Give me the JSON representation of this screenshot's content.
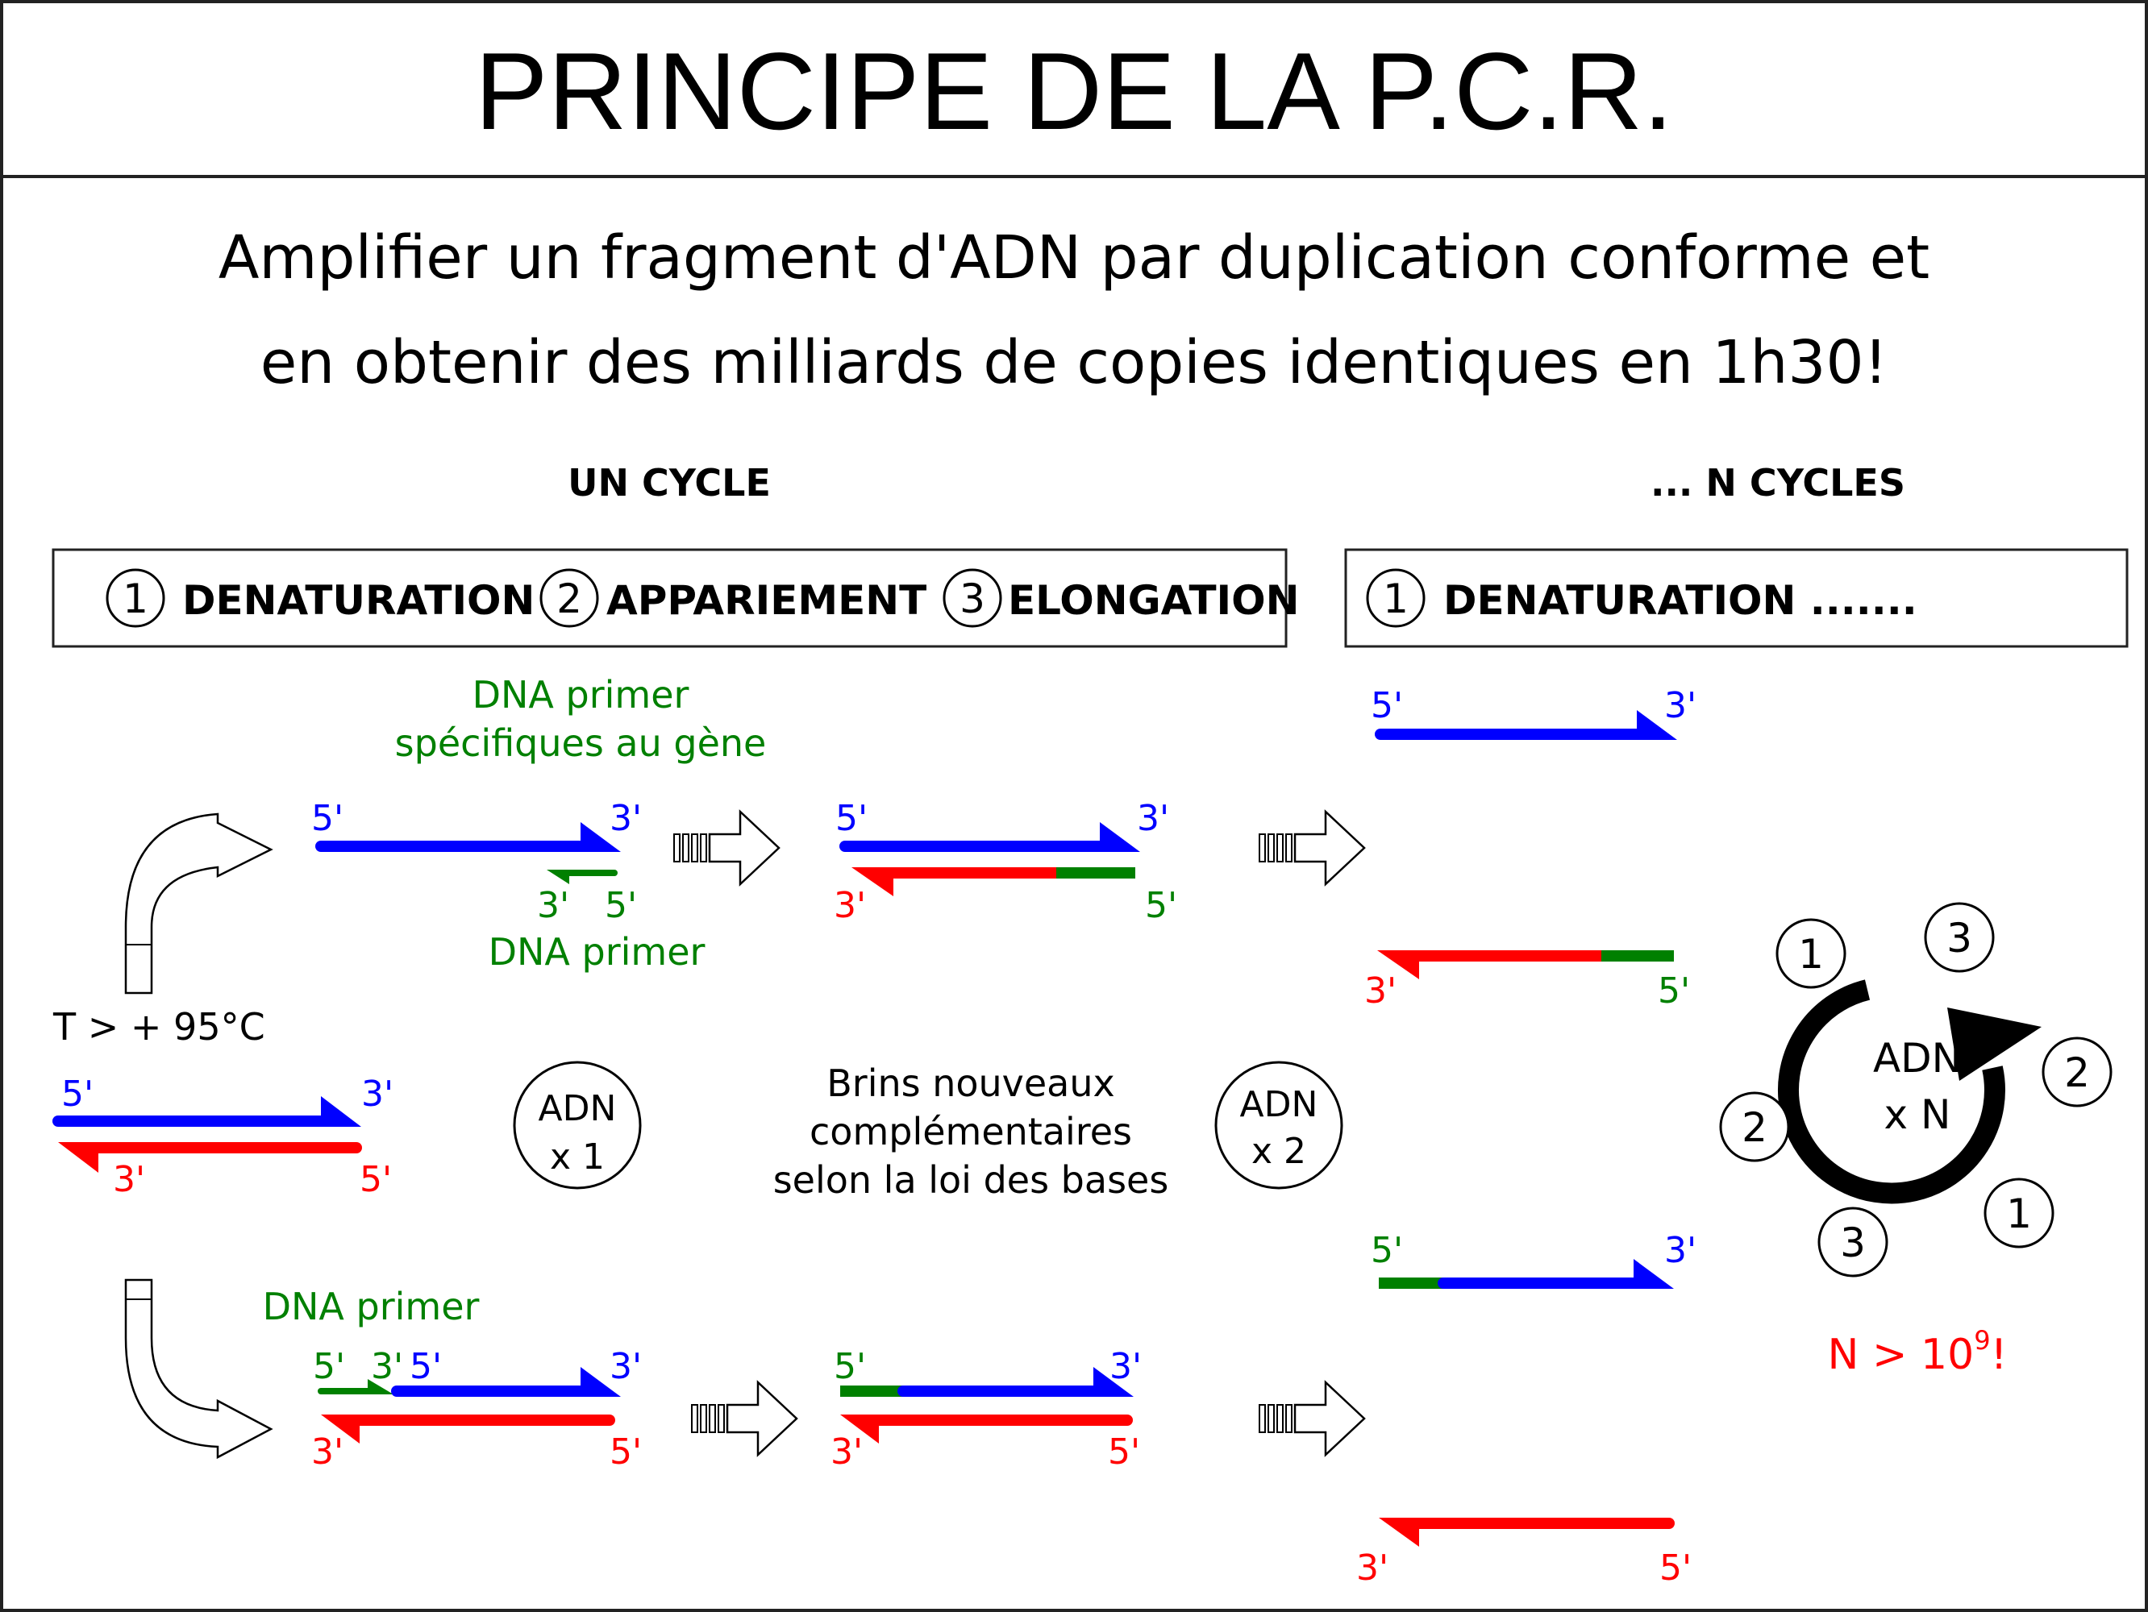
{
  "title": "PRINCIPE DE LA P.C.R.",
  "subtitle_line1": "Amplifier un fragment d'ADN par duplication conforme et",
  "subtitle_line2": "en obtenir des milliards de copies identiques en 1h30!",
  "sections": {
    "one_cycle": "UN CYCLE",
    "n_cycles": "... N CYCLES"
  },
  "steps": {
    "step1_num": "1",
    "step1_label": "DENATURATION",
    "step2_num": "2",
    "step2_label": "APPARIEMENT",
    "step3_num": "3",
    "step3_label": "ELONGATION",
    "ncycle_num": "1",
    "ncycle_label": "DENATURATION ......."
  },
  "labels": {
    "five_prime": "5'",
    "three_prime": "3'",
    "primer_specific_line1": "DNA primer",
    "primer_specific_line2": "spécifiques au gène",
    "primer": "DNA primer",
    "temperature": "T > + 95°C",
    "adn": "ADN",
    "x1": "x 1",
    "x2": "x 2",
    "xn": "x N",
    "new_strands_line1": "Brins nouveaux",
    "new_strands_line2": "complémentaires",
    "new_strands_line3": "selon la loi des bases",
    "n_result": "N > 10",
    "n_exp": "9",
    "n_bang": "!"
  },
  "cycle_numbers": [
    "1",
    "3",
    "2",
    "2",
    "3",
    "1"
  ],
  "colors": {
    "blue": "#0000ff",
    "red": "#ff0000",
    "green": "#008000",
    "black": "#000000"
  }
}
